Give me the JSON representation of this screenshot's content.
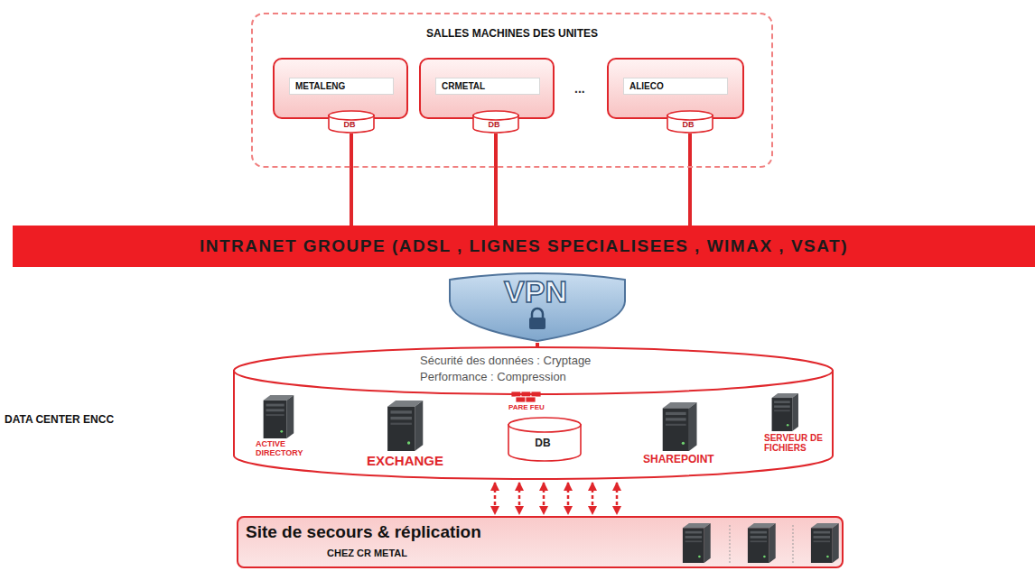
{
  "diagram": {
    "nodes": [
      {
        "text": [
          "SALLES MACHINES DES UNITES"
        ]
      },
      {
        "text": [
          "METALENG"
        ],
        "in": 0
      },
      {
        "text": [
          "DB"
        ],
        "in": 1
      },
      {
        "text": [
          "CRMETAL"
        ],
        "in": 0
      },
      {
        "text": [
          "DB"
        ],
        "in": 3
      },
      {
        "text": [
          "ALIECO"
        ],
        "in": 0
      },
      {
        "text": [
          "DB"
        ],
        "in": 5
      },
      {
        "text": [
          "INTRANET GROUPE (ADSL , LIGNES SPECIALISEES , WIMAX , VSAT)"
        ]
      },
      {
        "text": [
          "VPN"
        ]
      },
      {
        "text": [
          "DATA CENTER ENCC",
          "Sécurité des données : Cryptage",
          "Performance : Compression"
        ]
      },
      {
        "text": [
          "DB"
        ],
        "in": 9
      },
      {
        "text": [
          "Site de secours & réplication",
          "CHEZ CR METAL"
        ]
      }
    ],
    "edges": [
      {
        "from": 2,
        "to": 7,
        "arrow": "none"
      },
      {
        "from": 4,
        "to": 7,
        "arrow": "none"
      },
      {
        "from": 6,
        "to": 7,
        "arrow": "none"
      },
      {
        "from": 8,
        "to": 9,
        "arrow": "none"
      },
      {
        "from": 9,
        "to": 11,
        "arrow": "both"
      },
      {
        "from": 9,
        "to": 11,
        "arrow": "both"
      },
      {
        "from": 9,
        "to": 11,
        "arrow": "both"
      },
      {
        "from": 9,
        "to": 11,
        "arrow": "both"
      },
      {
        "from": 9,
        "to": 11,
        "arrow": "both"
      },
      {
        "from": 9,
        "to": 11,
        "arrow": "both"
      }
    ],
    "labels": [
      "...",
      "ACTIVE DIRECTORY",
      "EXCHANGE",
      "PARE FEU",
      "SHAREPOINT",
      "SERVEUR DE FICHIERS"
    ]
  }
}
